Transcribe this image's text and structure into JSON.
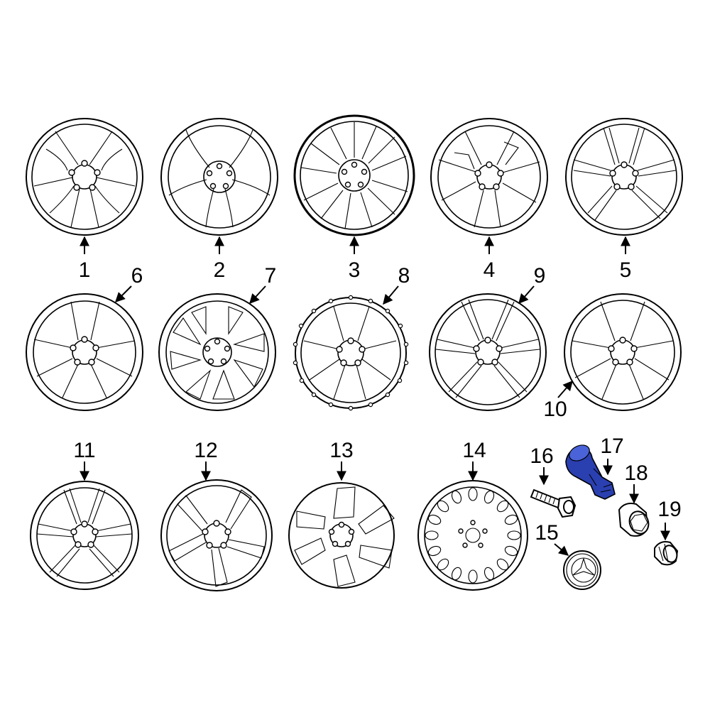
{
  "callouts": {
    "c1": "1",
    "c2": "2",
    "c3": "3",
    "c4": "4",
    "c5": "5",
    "c6": "6",
    "c7": "7",
    "c8": "8",
    "c9": "9",
    "c10": "10",
    "c11": "11",
    "c12": "12",
    "c13": "13",
    "c14": "14",
    "c15": "15",
    "c16": "16",
    "c17": "17",
    "c18": "18",
    "c19": "19"
  },
  "highlight_color": "#2a3fb0",
  "highlighted_part": "17"
}
